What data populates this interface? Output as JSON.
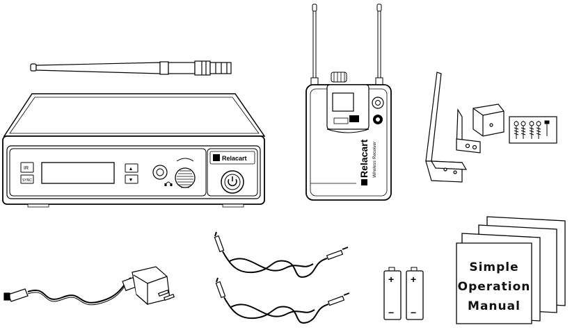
{
  "transmitter": {
    "brand": "Relacart",
    "ir_label": "IR",
    "sync_label": "SYNC",
    "up_arrow": "▲",
    "down_arrow": "▼"
  },
  "bodypack": {
    "brand": "Relacart",
    "subtitle": "Wireless Receiver"
  },
  "batteries": [
    {
      "plus": "+",
      "minus": "−"
    },
    {
      "plus": "+",
      "minus": "−"
    }
  ],
  "manual": {
    "line1": "Simple",
    "line2": "Operation",
    "line3": "Manual"
  }
}
